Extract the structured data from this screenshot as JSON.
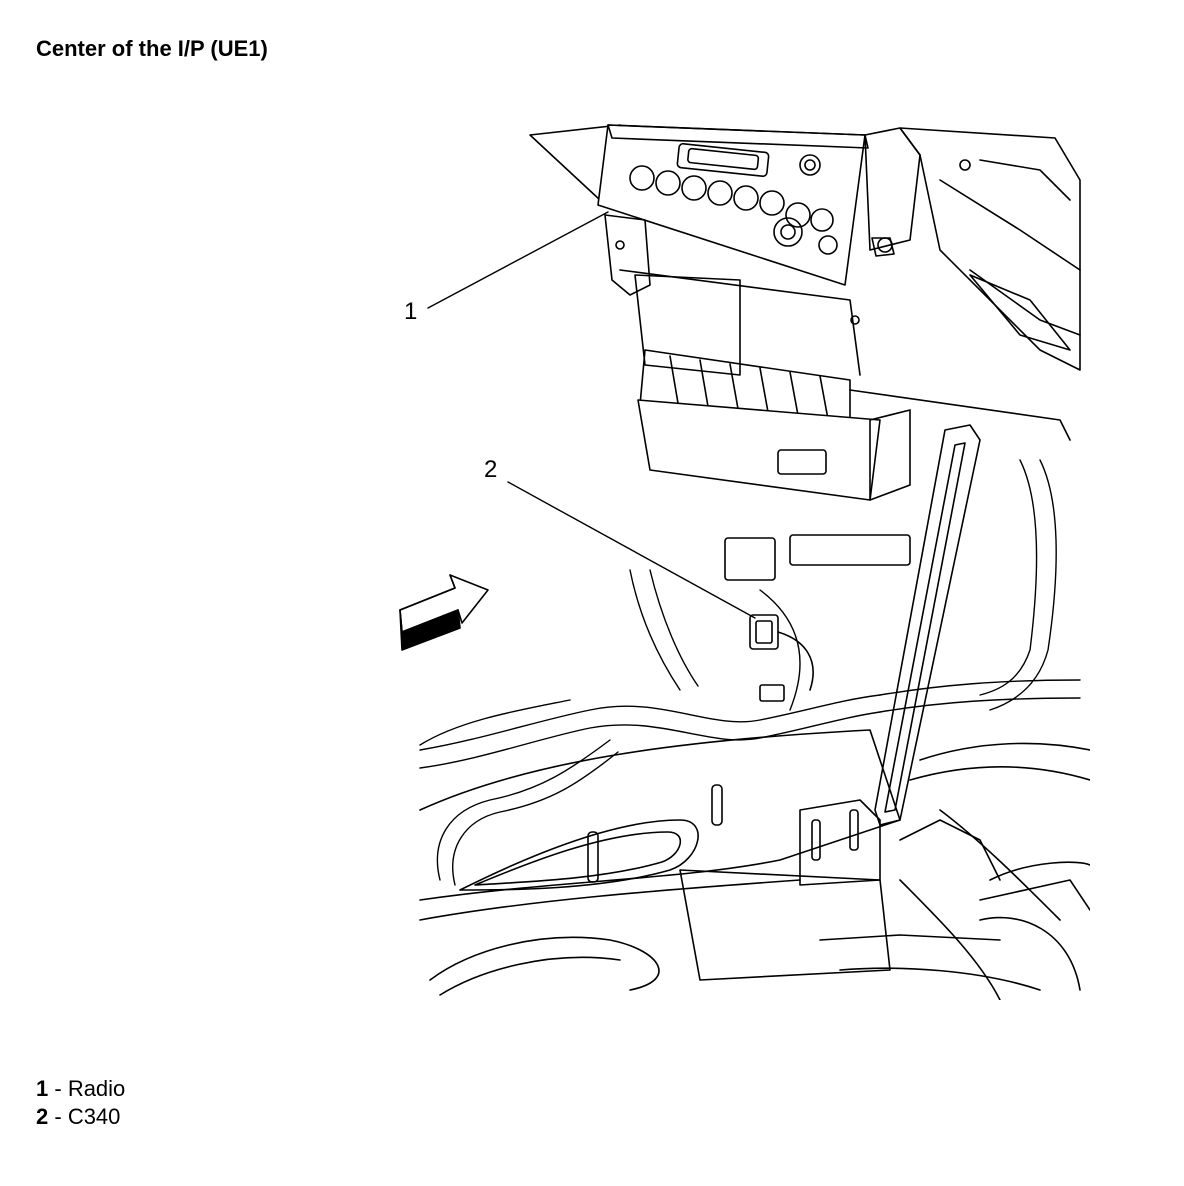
{
  "title": "Center of the I/P (UE1)",
  "callouts": [
    {
      "number": "1"
    },
    {
      "number": "2"
    }
  ],
  "legend": [
    {
      "number": "1",
      "separator": " - ",
      "label": "Radio"
    },
    {
      "number": "2",
      "separator": " - ",
      "label": "C340"
    }
  ],
  "icons": {
    "view_arrow": "view-direction-arrow-icon"
  }
}
